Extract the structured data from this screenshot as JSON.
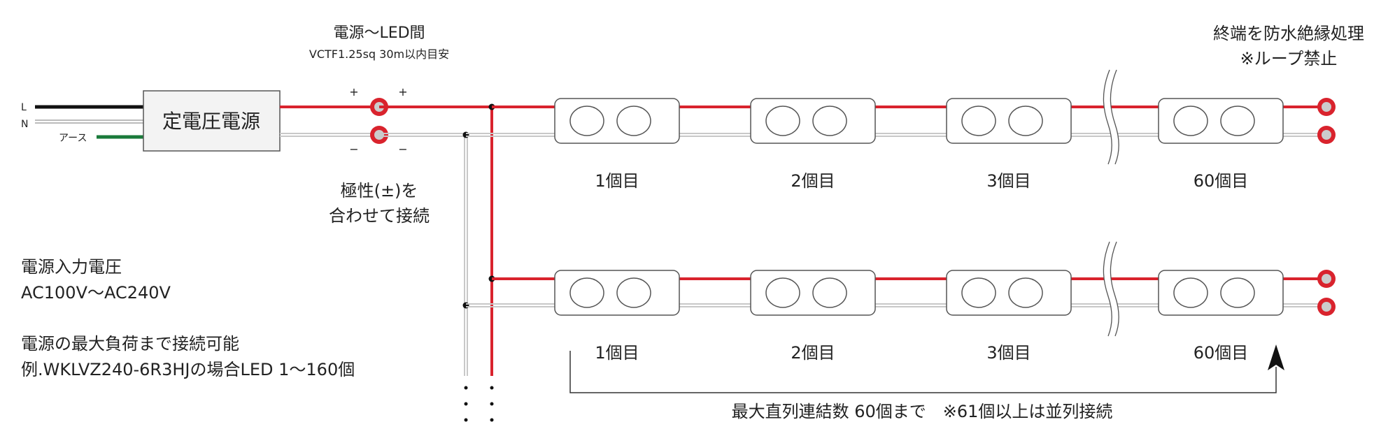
{
  "supply": {
    "line_l": "L",
    "line_n": "N",
    "earth": "アース",
    "box_label": "定電圧電源"
  },
  "cable": {
    "title": "電源〜LED間",
    "spec": "VCTF1.25sq 30m以内目安",
    "plus_left": "+",
    "plus_right": "+",
    "minus_left": "−",
    "minus_right": "−"
  },
  "polarity": {
    "line1": "極性(±)を",
    "line2": "合わせて接続"
  },
  "end_note": {
    "line1": "終端を防水絶縁処理",
    "line2": "※ループ禁止"
  },
  "row1_labels": [
    "1個目",
    "2個目",
    "3個目",
    "60個目"
  ],
  "row2_labels": [
    "1個目",
    "2個目",
    "3個目",
    "60個目"
  ],
  "input_voltage": {
    "line1": "電源入力電圧",
    "line2": "AC100V〜AC240V"
  },
  "max_load": {
    "line1": "電源の最大負荷まで接続可能",
    "line2": "例.WKLVZ240-6R3HJの場合LED 1〜160個"
  },
  "series_note": "最大直列連結数 60個まで　※61個以上は並列接続",
  "colors": {
    "positive_wire": "#d9232d",
    "negative_wire": "#c8c8c8",
    "live_wire": "#111111",
    "earth_wire": "#1a7a3a",
    "module_border": "#555555"
  }
}
